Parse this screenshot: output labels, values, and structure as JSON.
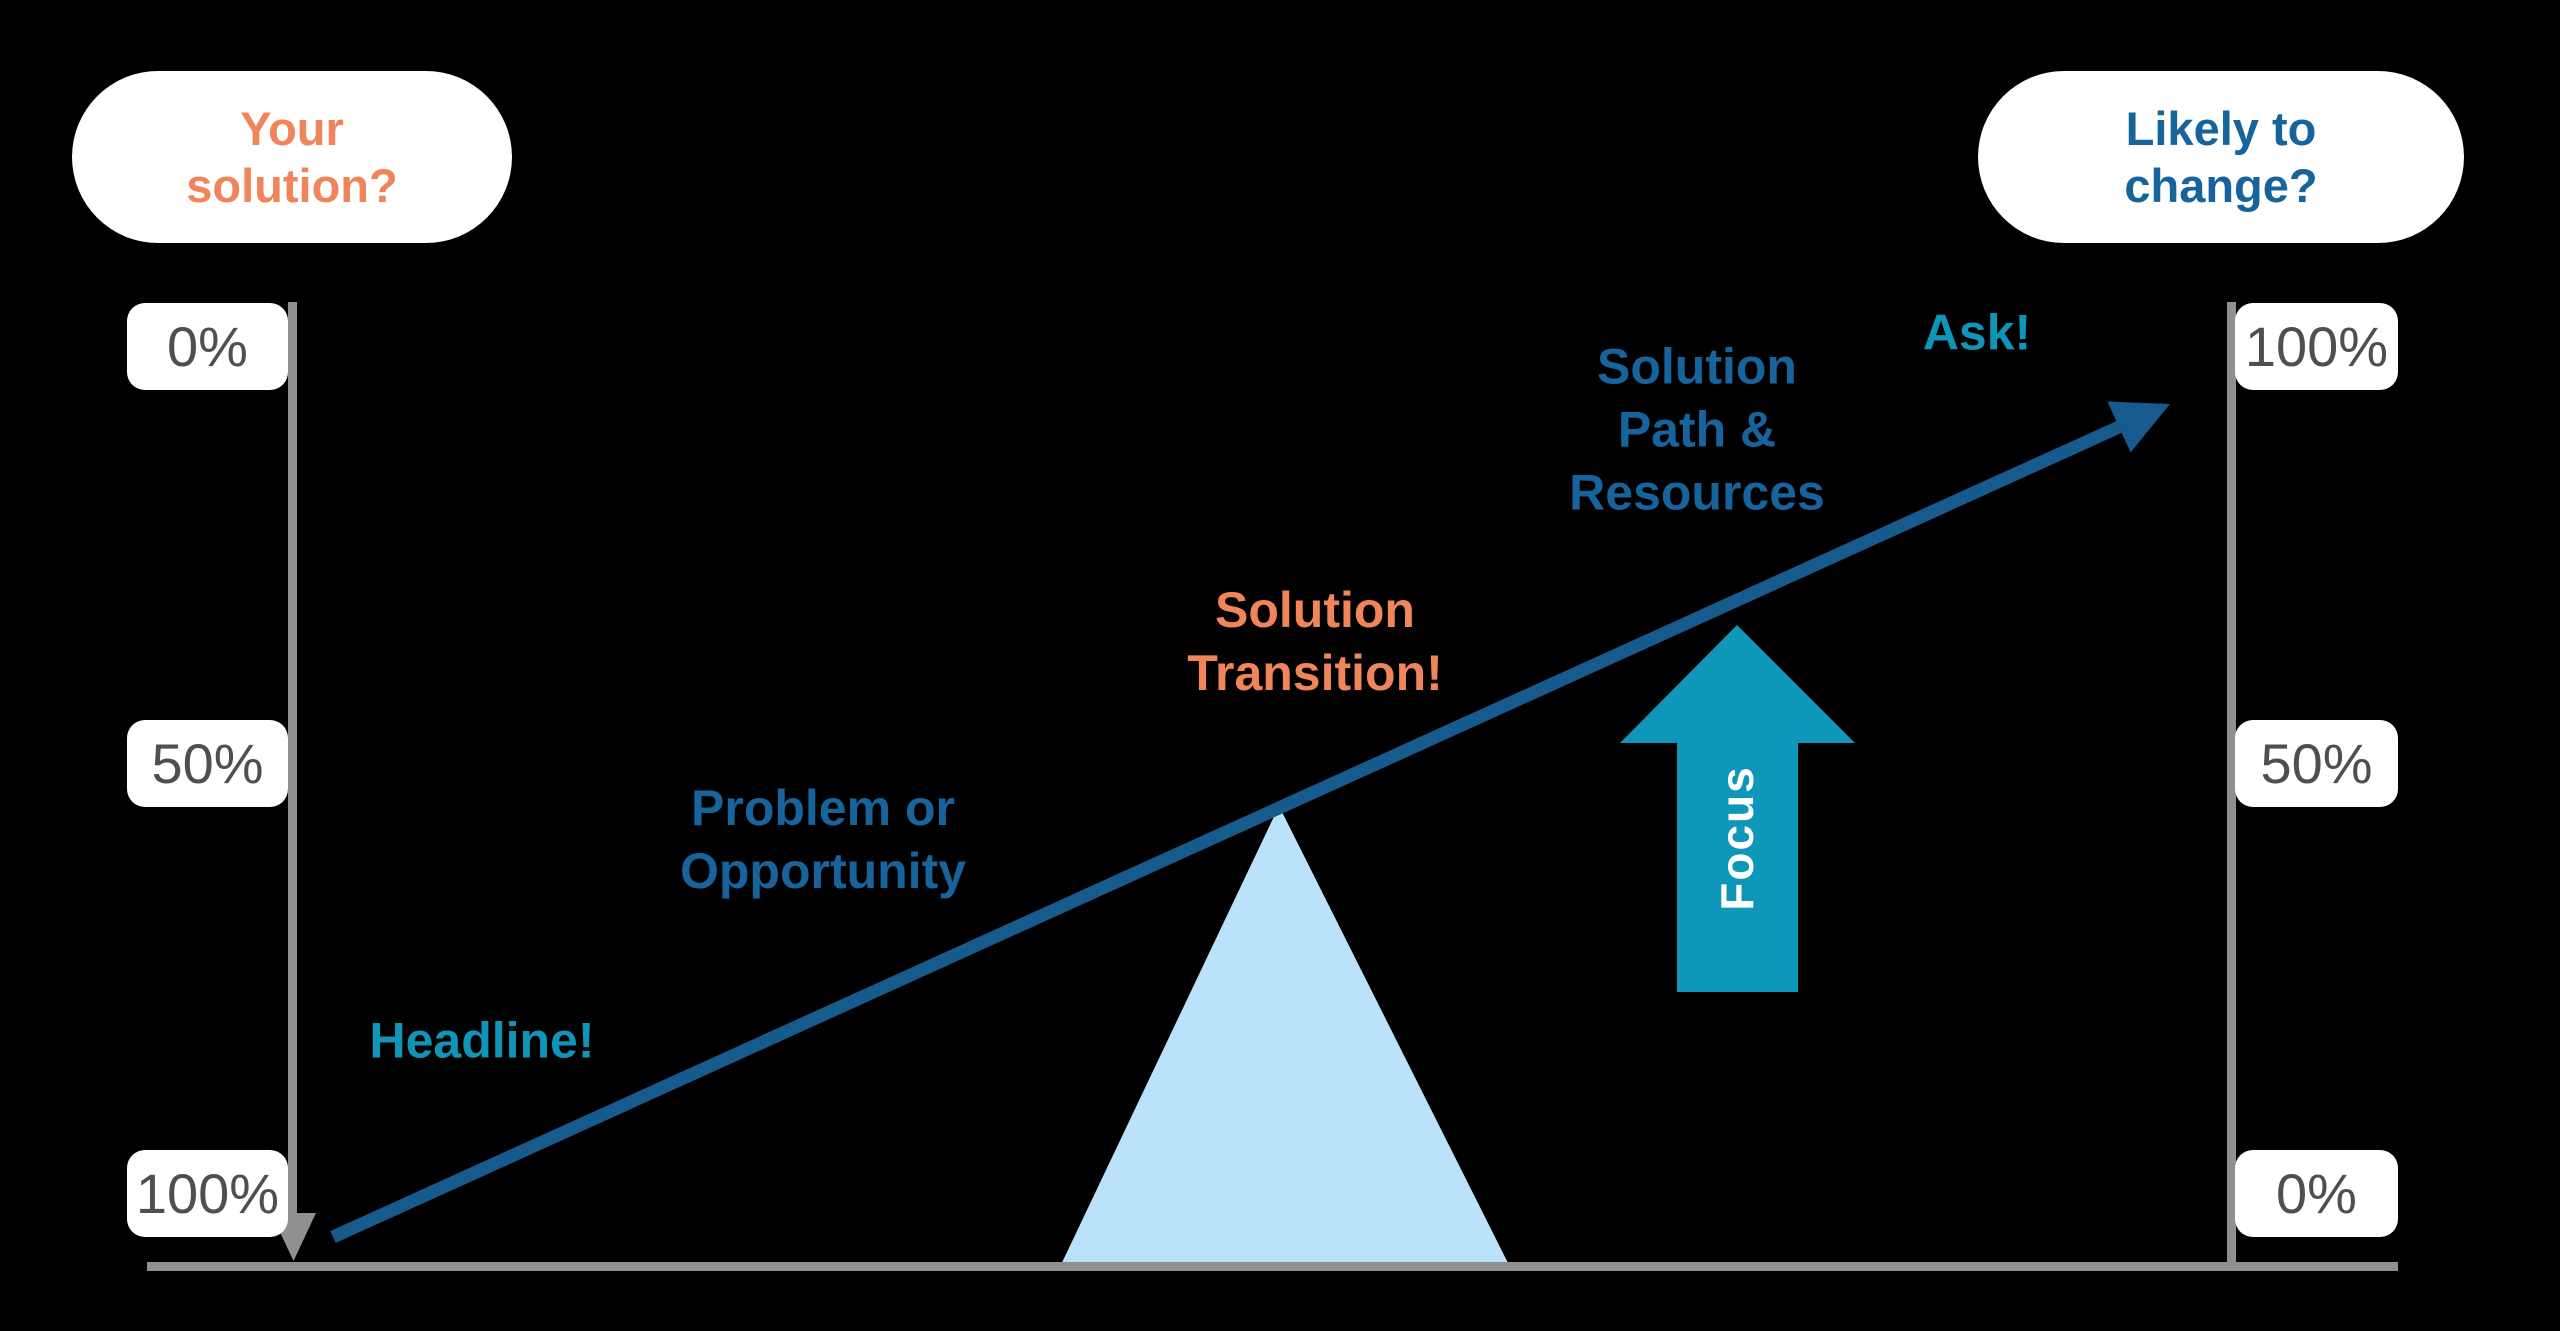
{
  "colors": {
    "background": "#000000",
    "orange": "#F0845A",
    "blue": "#17639B",
    "teal": "#1095B8",
    "line_blue": "#175B8E",
    "focus_teal": "#0F97BA",
    "triangle_blue": "#BAE2FA",
    "axis_gray": "#909090",
    "label_text_gray": "#4F4F4F",
    "label_bg": "#FFFFFF"
  },
  "pills": {
    "left": {
      "line1": "Your",
      "line2": "solution?"
    },
    "right": {
      "line1": "Likely to",
      "line2": "change?"
    }
  },
  "left_axis": {
    "top": "0%",
    "middle": "50%",
    "bottom": "100%"
  },
  "right_axis": {
    "top": "100%",
    "middle": "50%",
    "bottom": "0%"
  },
  "stages": {
    "headline": {
      "line1": "Headline!"
    },
    "problem": {
      "line1": "Problem or",
      "line2": "Opportunity"
    },
    "transition": {
      "line1": "Solution",
      "line2": "Transition!"
    },
    "path": {
      "line1": "Solution",
      "line2": "Path &",
      "line3": "Resources"
    },
    "ask": {
      "line1": "Ask!"
    }
  },
  "focus": {
    "label": "Focus"
  }
}
